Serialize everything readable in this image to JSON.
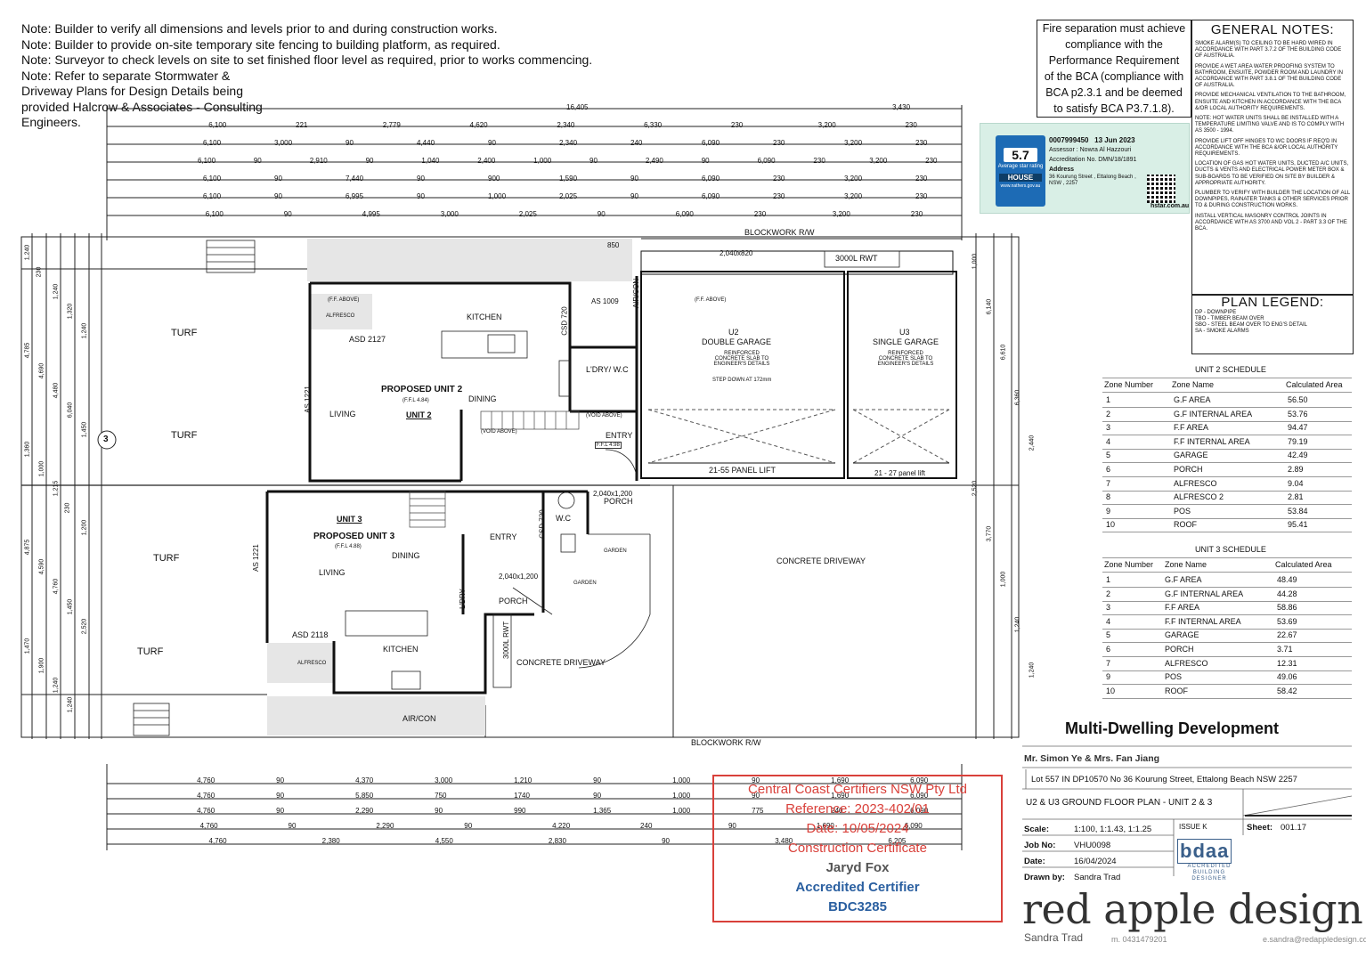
{
  "notes": [
    "Note: Builder to verify all dimensions and levels prior to and during construction works.",
    "Note: Builder to provide on-site temporary site fencing to building platform, as required.",
    "Note: Surveyor to check levels on site to set finished floor level as required, prior to works commencing.",
    "Note: Refer to separate Stormwater &",
    "Driveway Plans for Design Details being",
    "provided Halcrow & Associates - Consulting",
    "Engineers."
  ],
  "fire_note": [
    "Fire separation must achieve",
    "compliance with the",
    "Performance Requirement",
    "of the BCA (compliance with",
    "BCA p2.3.1 and be deemed",
    "to satisfy BCA P3.7.1.8)."
  ],
  "general_notes": {
    "title": "GENERAL NOTES:",
    "items": [
      "Smoke alarm(s) to ceiling to be hard wired in accordance with part 3.7.2 of the building code of Australia.",
      "Provide a wet area water proofing system to bathroom, ensuite, powder room and laundry in accordance with part 3.8.1 of the building code of Australia.",
      "Provide mechanical ventilation to the bathroom, ensuite and kitchen in accordance with the BCA &/or local authority requirements.",
      "Note: hot water units shall be installed with a temperature limiting valve and is to comply with AS 3500 - 1994.",
      "Provide lift off hinges to WC doors if req'd in accordance with the BCA &/or local authority requirements.",
      "Location of gas hot water units, ducted a/c units, ducts & vents and electrical power meter box & sub-boards to be verified on site by builder & appropriate authority.",
      "Plumber to verify with builder the location of all downpipes, rainater tanks & other services prior to & during construction works.",
      "Install vertical masonry control joints in accordance with AS 3700 and vol 2 - part 3.3 of the BCA."
    ]
  },
  "plan_legend": {
    "title": "PLAN LEGEND:",
    "items": [
      "DP - DOWNPIPE",
      "TBO - TIMBER BEAM OVER",
      "SBO - STEEL BEAM OVER TO ENG'S DETAIL",
      "SA - SMOKE ALARMS"
    ]
  },
  "nathers": {
    "cert_no": "0007999450",
    "date": "13 Jun 2023",
    "stars": "5.7",
    "star_label": "Average star rating",
    "brand": "HOUSE",
    "assessor": "Assessor : Nowra Al Hazzouri",
    "accreditation": "Accreditation No.  DMN/18/1891",
    "address_label": "Address",
    "address": "36 Kourung Street , Ettalong Beach , NSW , 2257",
    "site": "hstar.com.au",
    "url": "www.nathers.gov.au"
  },
  "unit2_schedule": {
    "title": "UNIT 2 SCHEDULE",
    "headers": [
      "Zone Number",
      "Zone Name",
      "Calculated Area"
    ],
    "rows": [
      [
        "1",
        "G.F AREA",
        "56.50"
      ],
      [
        "2",
        "G.F INTERNAL AREA",
        "53.76"
      ],
      [
        "3",
        "F.F AREA",
        "94.47"
      ],
      [
        "4",
        "F.F INTERNAL AREA",
        "79.19"
      ],
      [
        "5",
        "GARAGE",
        "42.49"
      ],
      [
        "6",
        "PORCH",
        "2.89"
      ],
      [
        "7",
        "ALFRESCO",
        "9.04"
      ],
      [
        "8",
        "ALFRESCO 2",
        "2.81"
      ],
      [
        "9",
        "POS",
        "53.84"
      ],
      [
        "10",
        "ROOF",
        "95.41"
      ]
    ]
  },
  "unit3_schedule": {
    "title": "UNIT 3 SCHEDULE",
    "headers": [
      "Zone Number",
      "Zone Name",
      "Calculated Area"
    ],
    "rows": [
      [
        "1",
        "G.F AREA",
        "48.49"
      ],
      [
        "2",
        "G.F INTERNAL AREA",
        "44.28"
      ],
      [
        "3",
        "F.F AREA",
        "58.86"
      ],
      [
        "4",
        "F.F INTERNAL AREA",
        "53.69"
      ],
      [
        "5",
        "GARAGE",
        "22.67"
      ],
      [
        "6",
        "PORCH",
        "3.71"
      ],
      [
        "7",
        "ALFRESCO",
        "12.31"
      ],
      [
        "9",
        "POS",
        "49.06"
      ],
      [
        "10",
        "ROOF",
        "58.42"
      ]
    ]
  },
  "title_block": {
    "project": "Multi-Dwelling Development",
    "client": "Mr. Simon Ye & Mrs. Fan Jiang",
    "lot": "Lot 557 IN DP10570 No 36 Kourung Street, Ettalong Beach NSW 2257",
    "plan_title": "U2 & U3  GROUND FLOOR PLAN - UNIT 2 & 3",
    "scale_label": "Scale:",
    "scale": "1:100, 1:1.43, 1:1.25",
    "issue": "ISSUE K",
    "sheet_label": "Sheet:",
    "sheet": "001.17",
    "job_label": "Job No:",
    "job": "VHU0098",
    "date_label": "Date:",
    "date": "16/04/2024",
    "drawn_label": "Drawn by:",
    "drawn": "Sandra Trad",
    "bdaa": "bdaa",
    "bdaa_sub": "ACCREDITED BUILDING DESIGNER",
    "brand": "red apple design",
    "designer": "Sandra Trad",
    "phone": "m. 0431479201",
    "email": "e.sandra@redappledesign.com.au"
  },
  "stamp": {
    "l1": "Central Coast Certifiers NSW Pty Ltd",
    "l2": "Reference: 2023-402/01",
    "l3": "Date: 10/05/2024",
    "l4": "Construction Certificate",
    "l5": "Jaryd Fox",
    "l6": "Accredited Certifier",
    "l7": "BDC3285"
  },
  "plan": {
    "overall_top": "16,405",
    "dims_top_right": "3,430",
    "top_rows": [
      [
        "6,100",
        "221",
        "2,779",
        "4,620",
        "2,340",
        "6,330",
        "230",
        "3,200",
        "230"
      ],
      [
        "6,100",
        "3,000",
        "90",
        "4,440",
        "90",
        "2,340",
        "240",
        "6,090",
        "230",
        "3,200",
        "230"
      ],
      [
        "6,100",
        "90",
        "2,910",
        "90",
        "1,040",
        "2,400",
        "1,000",
        "90",
        "2,490",
        "90",
        "6,090",
        "230",
        "3,200",
        "230"
      ],
      [
        "6,100",
        "90",
        "7,440",
        "90",
        "900",
        "1,590",
        "90",
        "6,090",
        "230",
        "3,200",
        "230"
      ],
      [
        "6,100",
        "90",
        "6,995",
        "90",
        "1,000",
        "2,025",
        "90",
        "6,090",
        "230",
        "3,200",
        "230"
      ],
      [
        "6,100",
        "90",
        "4,995",
        "3,000",
        "2,025",
        "90",
        "6,090",
        "230",
        "3,200",
        "230"
      ]
    ],
    "bottom_rows": [
      [
        "4,760",
        "90",
        "4,370",
        "3,000",
        "1,210",
        "90",
        "1,000",
        "90",
        "1,690",
        "6,090"
      ],
      [
        "4,760",
        "90",
        "5,850",
        "750",
        "1740",
        "90",
        "1,000",
        "90",
        "1,690",
        "6,090"
      ],
      [
        "4,760",
        "90",
        "2,290",
        "90",
        "990",
        "1,365",
        "1,000",
        "775",
        "240",
        "6,090"
      ],
      [
        "4,760",
        "90",
        "2,290",
        "90",
        "4,220",
        "240",
        "90",
        "1,690",
        "6,090"
      ],
      [
        "4,760",
        "2,380",
        "4,550",
        "2,830",
        "90",
        "3,480",
        "6,205"
      ]
    ],
    "left_dims": [
      "1,240",
      "230",
      "1,240",
      "1,320",
      "1,240",
      "4,785",
      "4,690",
      "4,480",
      "6,040",
      "1,450",
      "1,360",
      "1,000",
      "1,215",
      "230",
      "1,200",
      "4,875",
      "4,590",
      "4,760",
      "1,450",
      "2,520",
      "1,470",
      "1,900",
      "1,240",
      "1,240"
    ],
    "right_dims": [
      "1,000",
      "6,140",
      "6,610",
      "6,360",
      "2,440",
      "2,520",
      "3,770",
      "1,000",
      "1,240",
      "1,240"
    ],
    "rooms": {
      "turf": "TURF",
      "kitchen": "KITCHEN",
      "living": "LIVING",
      "dining": "DINING",
      "entry": "ENTRY",
      "porch": "PORCH",
      "alfresco": "ALFRESCO",
      "wc": "W.C",
      "ldry_wc": "L'DRY/ W.C",
      "ldry": "L'DRY",
      "u2_title": "PROPOSED UNIT 2",
      "u2_ffl": "(F.F.L 4.84)",
      "u2_tag": "UNIT 2",
      "u3_title": "PROPOSED UNIT 3",
      "u3_ffl": "(F.F.L 4.88)",
      "u3_tag": "UNIT 3",
      "u2_garage": "U2",
      "u2_garage_name": "DOUBLE GARAGE",
      "u3_garage": "U3",
      "u3_garage_name": "SINGLE GARAGE",
      "slab": "REINFORCED CONCRETE SLAB TO ENGINEER'S DETAILS",
      "step_down": "STEP DOWN AT 172mm",
      "panel_lift": "21-55 PANEL LIFT",
      "panel_lift3": "21 - 27 panel lift",
      "concrete_driveway": "CONCRETE DRIVEWAY",
      "blockwork": "BLOCKWORK R/W",
      "blockwork_bottom": "BLOCKWORK R/W",
      "rwt_top": "3000L RWT",
      "rwt_bottom": "3000L RWT",
      "aircon": "AIR/CON",
      "garden": "GARDEN",
      "asd2127": "ASD 2127",
      "asd2118": "ASD 2118",
      "as1221": "AS 1221",
      "as1009": "AS 1009",
      "csd720": "CSD 720",
      "w2040x820": "2,040x820",
      "w2040x1200": "2,040x1,200",
      "w2040x1200b": "2,040x1,200",
      "ff_above": "(F.F. ABOVE)",
      "void_above": "(VOID ABOVE)",
      "ffl": "F.F.L 4.98",
      "circle3": "3",
      "dims850": "850"
    }
  }
}
